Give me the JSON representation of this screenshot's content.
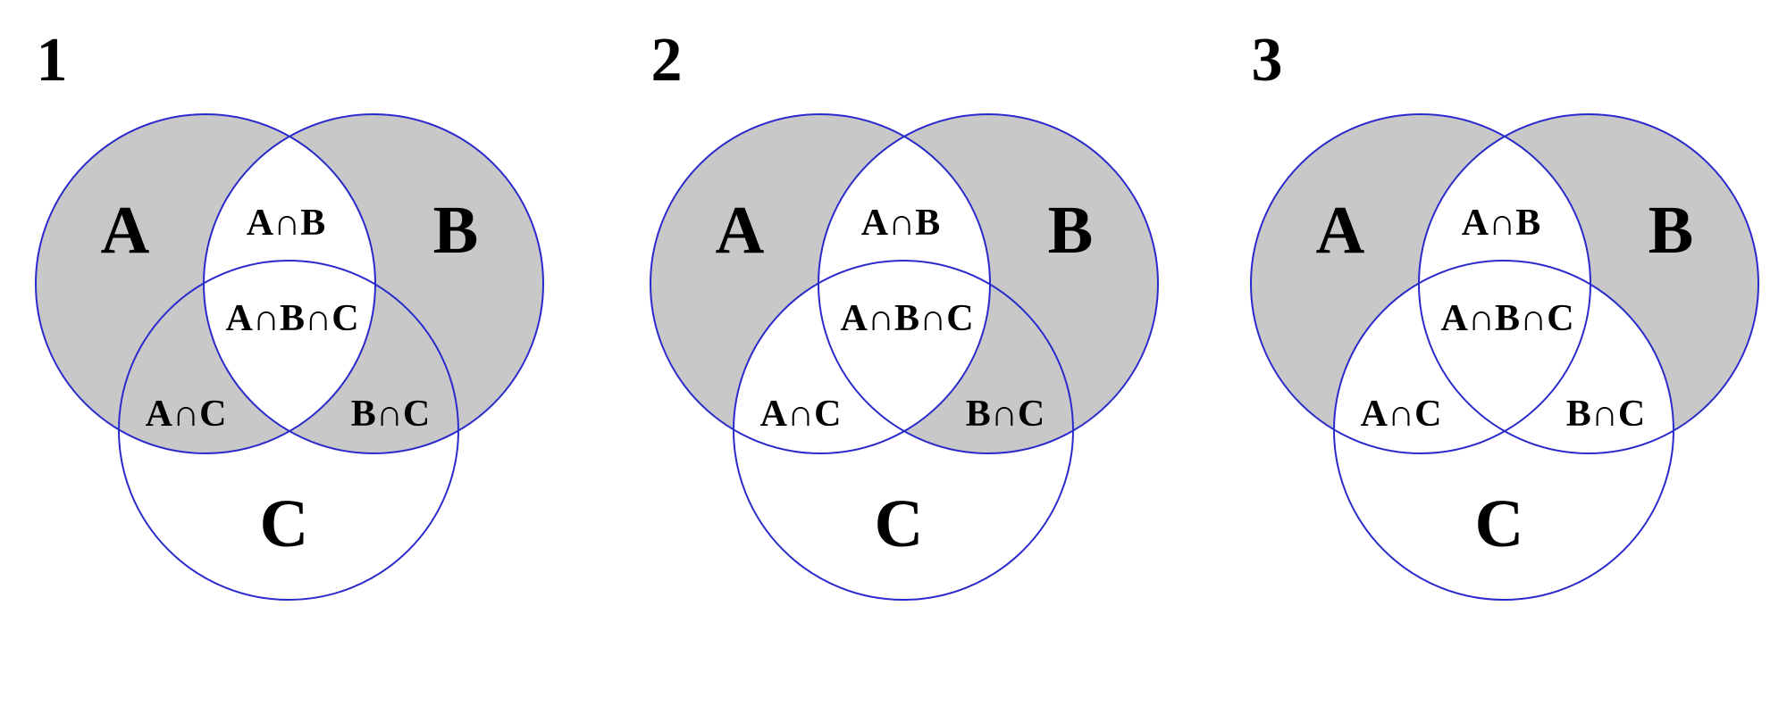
{
  "colors": {
    "shade": "#c8c8c8",
    "outline": "#2a2acc",
    "background": "#ffffff",
    "text": "#000000"
  },
  "diagrams": [
    {
      "number": "1",
      "labels": {
        "A": "A",
        "B": "B",
        "C": "C",
        "AB": "A∩B",
        "ABC": "A∩B∩C",
        "AC": "A∩C",
        "BC": "B∩C"
      },
      "shaded_regions": [
        "A",
        "B",
        "AC",
        "BC"
      ]
    },
    {
      "number": "2",
      "labels": {
        "A": "A",
        "B": "B",
        "C": "C",
        "AB": "A∩B",
        "ABC": "A∩B∩C",
        "AC": "A∩C",
        "BC": "B∩C"
      },
      "shaded_regions": [
        "A",
        "B",
        "BC"
      ]
    },
    {
      "number": "3",
      "labels": {
        "A": "A",
        "B": "B",
        "C": "C",
        "AB": "A∩B",
        "ABC": "A∩B∩C",
        "AC": "A∩C",
        "BC": "B∩C"
      },
      "shaded_regions": [
        "A",
        "B"
      ]
    }
  ]
}
